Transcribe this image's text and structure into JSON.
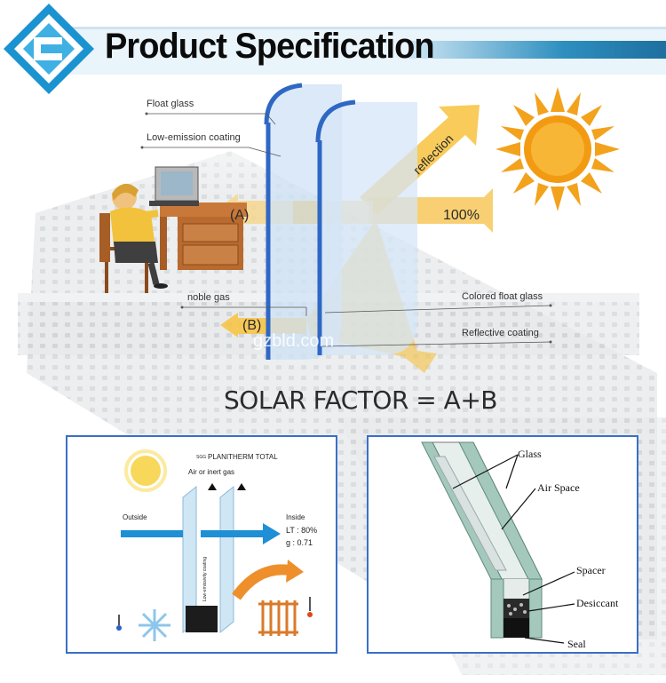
{
  "header": {
    "title": "Product Specification"
  },
  "top_diagram": {
    "labels": {
      "float_glass": "Float glass",
      "low_emission_coating": "Low-emission coating",
      "noble_gas": "noble gas",
      "colored_float_glass": "Colored float glass",
      "reflective_coating": "Reflective coating"
    },
    "arrow_a": "(A)",
    "arrow_b": "(B)",
    "incoming": "100%",
    "reflection": "reflection",
    "formula": "SOLAR FACTOR = A+B",
    "watermark": "gzbld.com"
  },
  "left_panel": {
    "brand_prefix": "SGG",
    "brand": "PLANITHERM TOTAL",
    "gas_label": "Air or inert gas",
    "outside": "Outside",
    "inside": "Inside",
    "lt": "LT : 80%",
    "g": "g : 0.71",
    "coating": "Low-emissivity coating"
  },
  "right_panel": {
    "glass": "Glass",
    "air_space": "Air Space",
    "spacer": "Spacer",
    "desiccant": "Desiccant",
    "seal": "Seal"
  },
  "colors": {
    "accent_blue": "#1f8fd6",
    "arrow_orange": "#f7b627",
    "panel_border": "#3a6fc9"
  }
}
